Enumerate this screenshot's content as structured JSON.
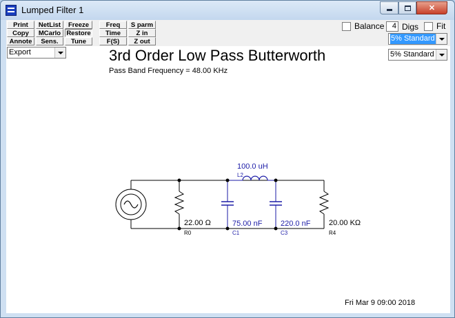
{
  "window": {
    "title": "Lumped Filter 1"
  },
  "toolbar": {
    "col1": [
      "Print",
      "Copy",
      "Annote"
    ],
    "col2": [
      "NetList",
      "MCarlo",
      "Sens."
    ],
    "col3": [
      "Freeze",
      "Restore",
      "Tune"
    ],
    "col4": [
      "Freq",
      "Time",
      "F(S)"
    ],
    "col5": [
      "S parm",
      "Z in",
      "Z out"
    ]
  },
  "controls": {
    "balance_label": "Balance",
    "digs_value": "4",
    "digs_label": "Digs",
    "fit_label": "Fit",
    "tolerance_top": "5% Standard",
    "tolerance_client": "5% Standard",
    "export_select": "Export"
  },
  "page": {
    "heading": "3rd Order Low Pass Butterworth",
    "subheading": "Pass Band Frequency = 48.00 KHz",
    "timestamp": "Fri Mar  9 09:00 2018"
  },
  "schematic": {
    "r0": {
      "value": "22.00 Ω",
      "ref": "R0"
    },
    "c1": {
      "value": "75.00 nF",
      "ref": "C1"
    },
    "l2": {
      "value": "100.0 uH",
      "ref": "L2"
    },
    "c3": {
      "value": "220.0 nF",
      "ref": "C3"
    },
    "r4": {
      "value": "20.00 KΩ",
      "ref": "R4"
    },
    "colors": {
      "wire": "#000000",
      "component": "#1a1aa6"
    }
  }
}
